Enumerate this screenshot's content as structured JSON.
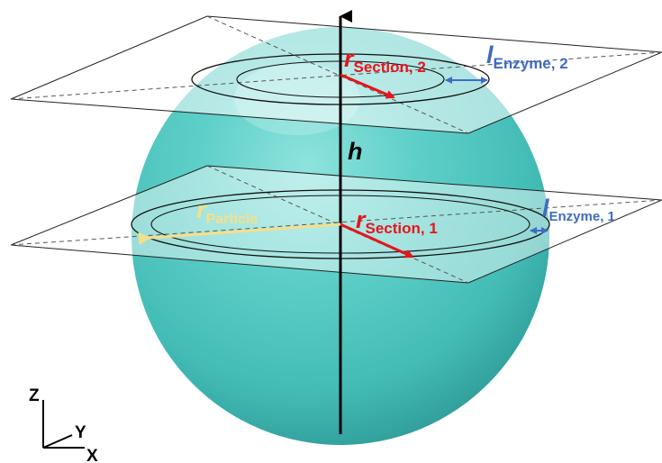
{
  "labels": {
    "r_section_2": {
      "main": "r",
      "sub": "Section, 2"
    },
    "l_enzyme_2": {
      "main": "l",
      "sub": "Enzyme, 2"
    },
    "h": "h",
    "r_particle": {
      "main": "r",
      "sub": "Particle"
    },
    "r_section_1": {
      "main": "r",
      "sub": "Section, 1"
    },
    "l_enzyme_1": {
      "main": "l",
      "sub": "Enzyme, 1"
    }
  },
  "axes": {
    "z": "Z",
    "y": "Y",
    "x": "X"
  },
  "colors": {
    "sphere": "#48c4be",
    "sphere_dark": "#2a8f8c",
    "red_arrow": "#e8141b",
    "blue": "#3f6bc4",
    "yellow": "#f4e08a",
    "black": "#000000"
  }
}
